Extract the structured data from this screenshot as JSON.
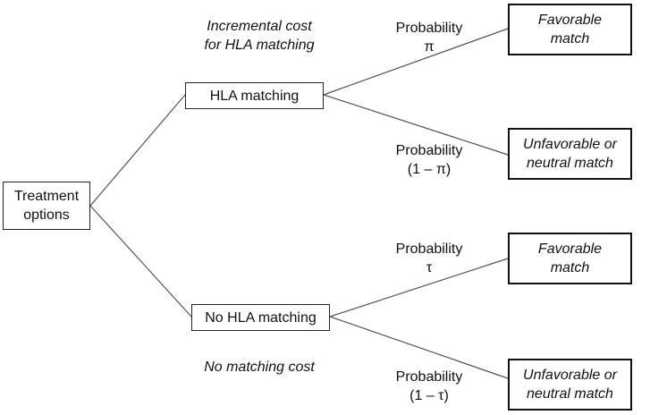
{
  "nodes": {
    "root": "Treatment\noptions",
    "hla": "HLA matching",
    "nohla": "No  HLA matching",
    "out1": "Favorable\nmatch",
    "out2": "Unfavorable or\nneutral match",
    "out3": "Favorable\nmatch",
    "out4": "Unfavorable or\nneutral match"
  },
  "labels": {
    "cost_hla": "Incremental cost\nfor HLA matching",
    "cost_nohla": "No matching cost",
    "p1": "Probability\nπ",
    "p2": "Probability\n(1 – π)",
    "p3": "Probability\nτ",
    "p4": "Probability\n(1 – τ)"
  }
}
